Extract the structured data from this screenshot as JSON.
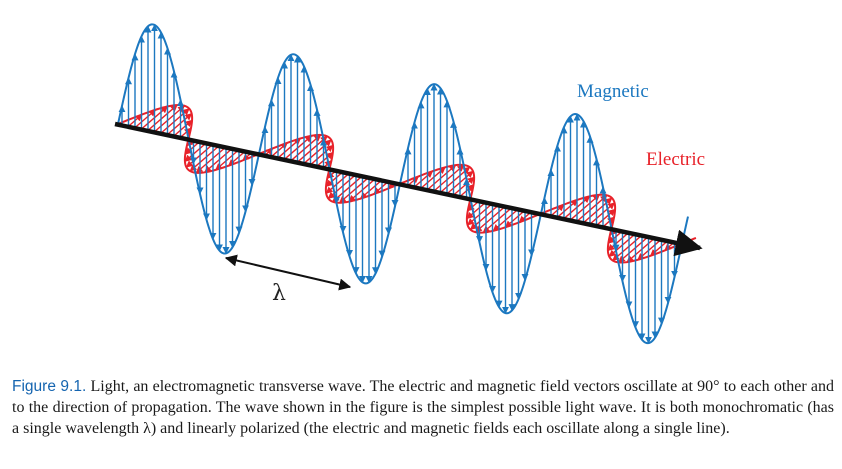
{
  "figure": {
    "labels": {
      "magnetic": "Magnetic",
      "electric": "Electric",
      "wavelength": "λ"
    },
    "colors": {
      "magnetic": "#1c78c0",
      "electric": "#e8222a",
      "axis": "#111111"
    }
  },
  "caption": {
    "label": "Figure 9.1.",
    "text": "Light, an electromagnetic transverse wave. The electric and magnetic field vectors oscillate at 90° to each other and to the direction of propagation. The wave shown in the figure is the simplest possible light wave. It is both monochromatic (has a single wavelength λ) and linearly polarized (the electric and magnetic fields each oscillate along a single line)."
  }
}
